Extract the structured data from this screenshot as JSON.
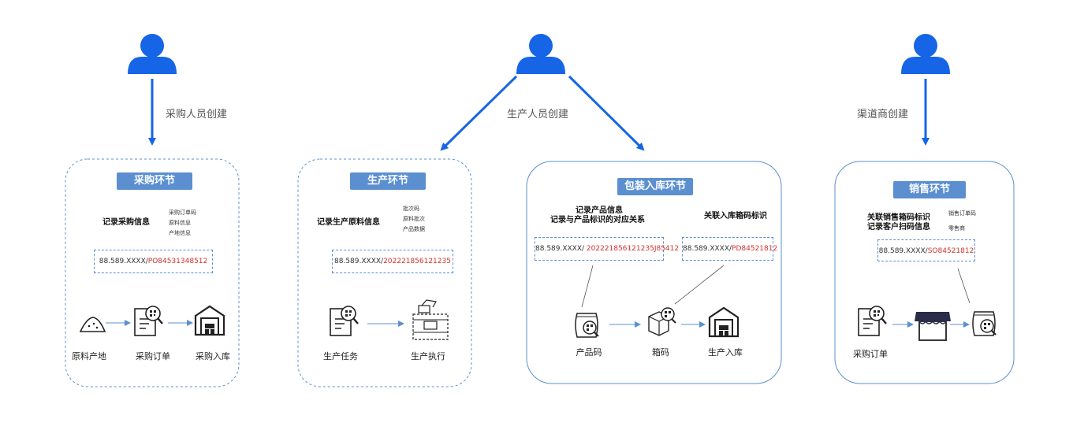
{
  "roles": {
    "purchase_creator": "采购人员创建",
    "production_creator": "生产人员创建",
    "channel_creator": "渠道商创建"
  },
  "sections": {
    "purchase": {
      "title": "采购环节",
      "record": "记录采购信息",
      "fields": [
        "采购订单码",
        "原料信息",
        "产地信息"
      ],
      "id_prefix": "88.589.XXXX/",
      "id_code": "PO84531348512",
      "flow": [
        "原料产地",
        "采购订单",
        "采购入库"
      ]
    },
    "production": {
      "title": "生产环节",
      "record": "记录生产原料信息",
      "fields": [
        "批次码",
        "原料批次",
        "产品数据"
      ],
      "id_prefix": "88.589.XXXX/",
      "id_code": "202221856121235",
      "flow": [
        "生产任务",
        "生产执行"
      ]
    },
    "packaging": {
      "title": "包装入库环节",
      "record_left_1": "记录产品信息",
      "record_left_2": "记录与产品标识的对应关系",
      "record_right": "关联入库箱码标识",
      "id1_prefix": "88.589.XXXX/ ",
      "id1_code": "202221856121235J85412",
      "id2_prefix": "88.589.XXXX/",
      "id2_code": "PD84521812",
      "flow": [
        "产品码",
        "箱码",
        "生产入库"
      ]
    },
    "sales": {
      "title": "销售环节",
      "record_1": "关联销售箱码标识",
      "record_2": "记录客户扫码信息",
      "fields": [
        "销售订单码",
        "零售商"
      ],
      "id_prefix": "88.589.XXXX/",
      "id_code": "SO84521812",
      "flow": [
        "采购订单"
      ]
    }
  },
  "colors": {
    "accent": "#1565e6",
    "badge": "#5b8fd0",
    "border": "#5b8fd0",
    "code_red": "#d2332c"
  },
  "icons": [
    "user-icon",
    "soil-pile-icon",
    "document-qr-icon",
    "warehouse-icon",
    "conveyor-icon",
    "bag-qr-icon",
    "box-qr-icon",
    "store-icon"
  ]
}
